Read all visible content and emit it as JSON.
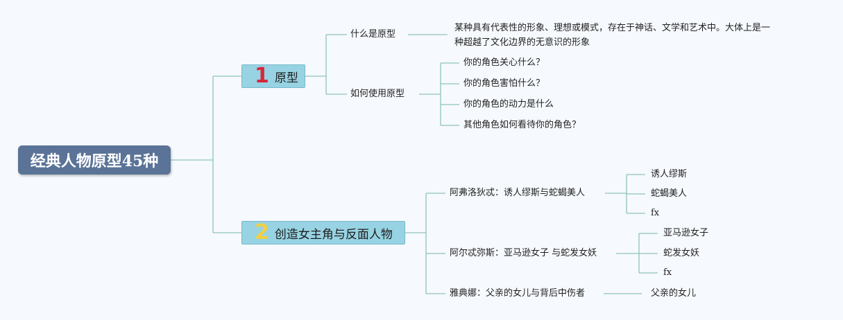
{
  "root": {
    "label": "经典人物原型45种"
  },
  "colors": {
    "root_bg": "#5a7397",
    "branch_bg": "#97d3e2",
    "num1": "#d8263b",
    "num2": "#f2cf43",
    "line": "#8ec4b8"
  },
  "branches": [
    {
      "number": "1",
      "label": "原型",
      "children": [
        {
          "label": "什么是原型",
          "description": [
            "某种具有代表性的形象、理想或模式，存在于神话、文学和艺术中。大体上是一",
            "种超越了文化边界的无意识的形象"
          ]
        },
        {
          "label": "如何使用原型",
          "items": [
            "你的角色关心什么？",
            "你的角色害怕什么？",
            "你的角色的动力是什么",
            "其他角色如何看待你的角色？"
          ]
        }
      ]
    },
    {
      "number": "2",
      "label": "创造女主角与反面人物",
      "children": [
        {
          "label": "阿弗洛狄忒：诱人缪斯与蛇蝎美人",
          "items": [
            "诱人缪斯",
            "蛇蝎美人",
            "fx"
          ]
        },
        {
          "label": "阿尔忒弥斯：亚马逊女子 与蛇发女妖",
          "items": [
            "亚马逊女子",
            "蛇发女妖",
            "fx"
          ]
        },
        {
          "label": "雅典娜：父亲的女儿与背后中伤者",
          "items": [
            "父亲的女儿"
          ]
        }
      ]
    }
  ]
}
